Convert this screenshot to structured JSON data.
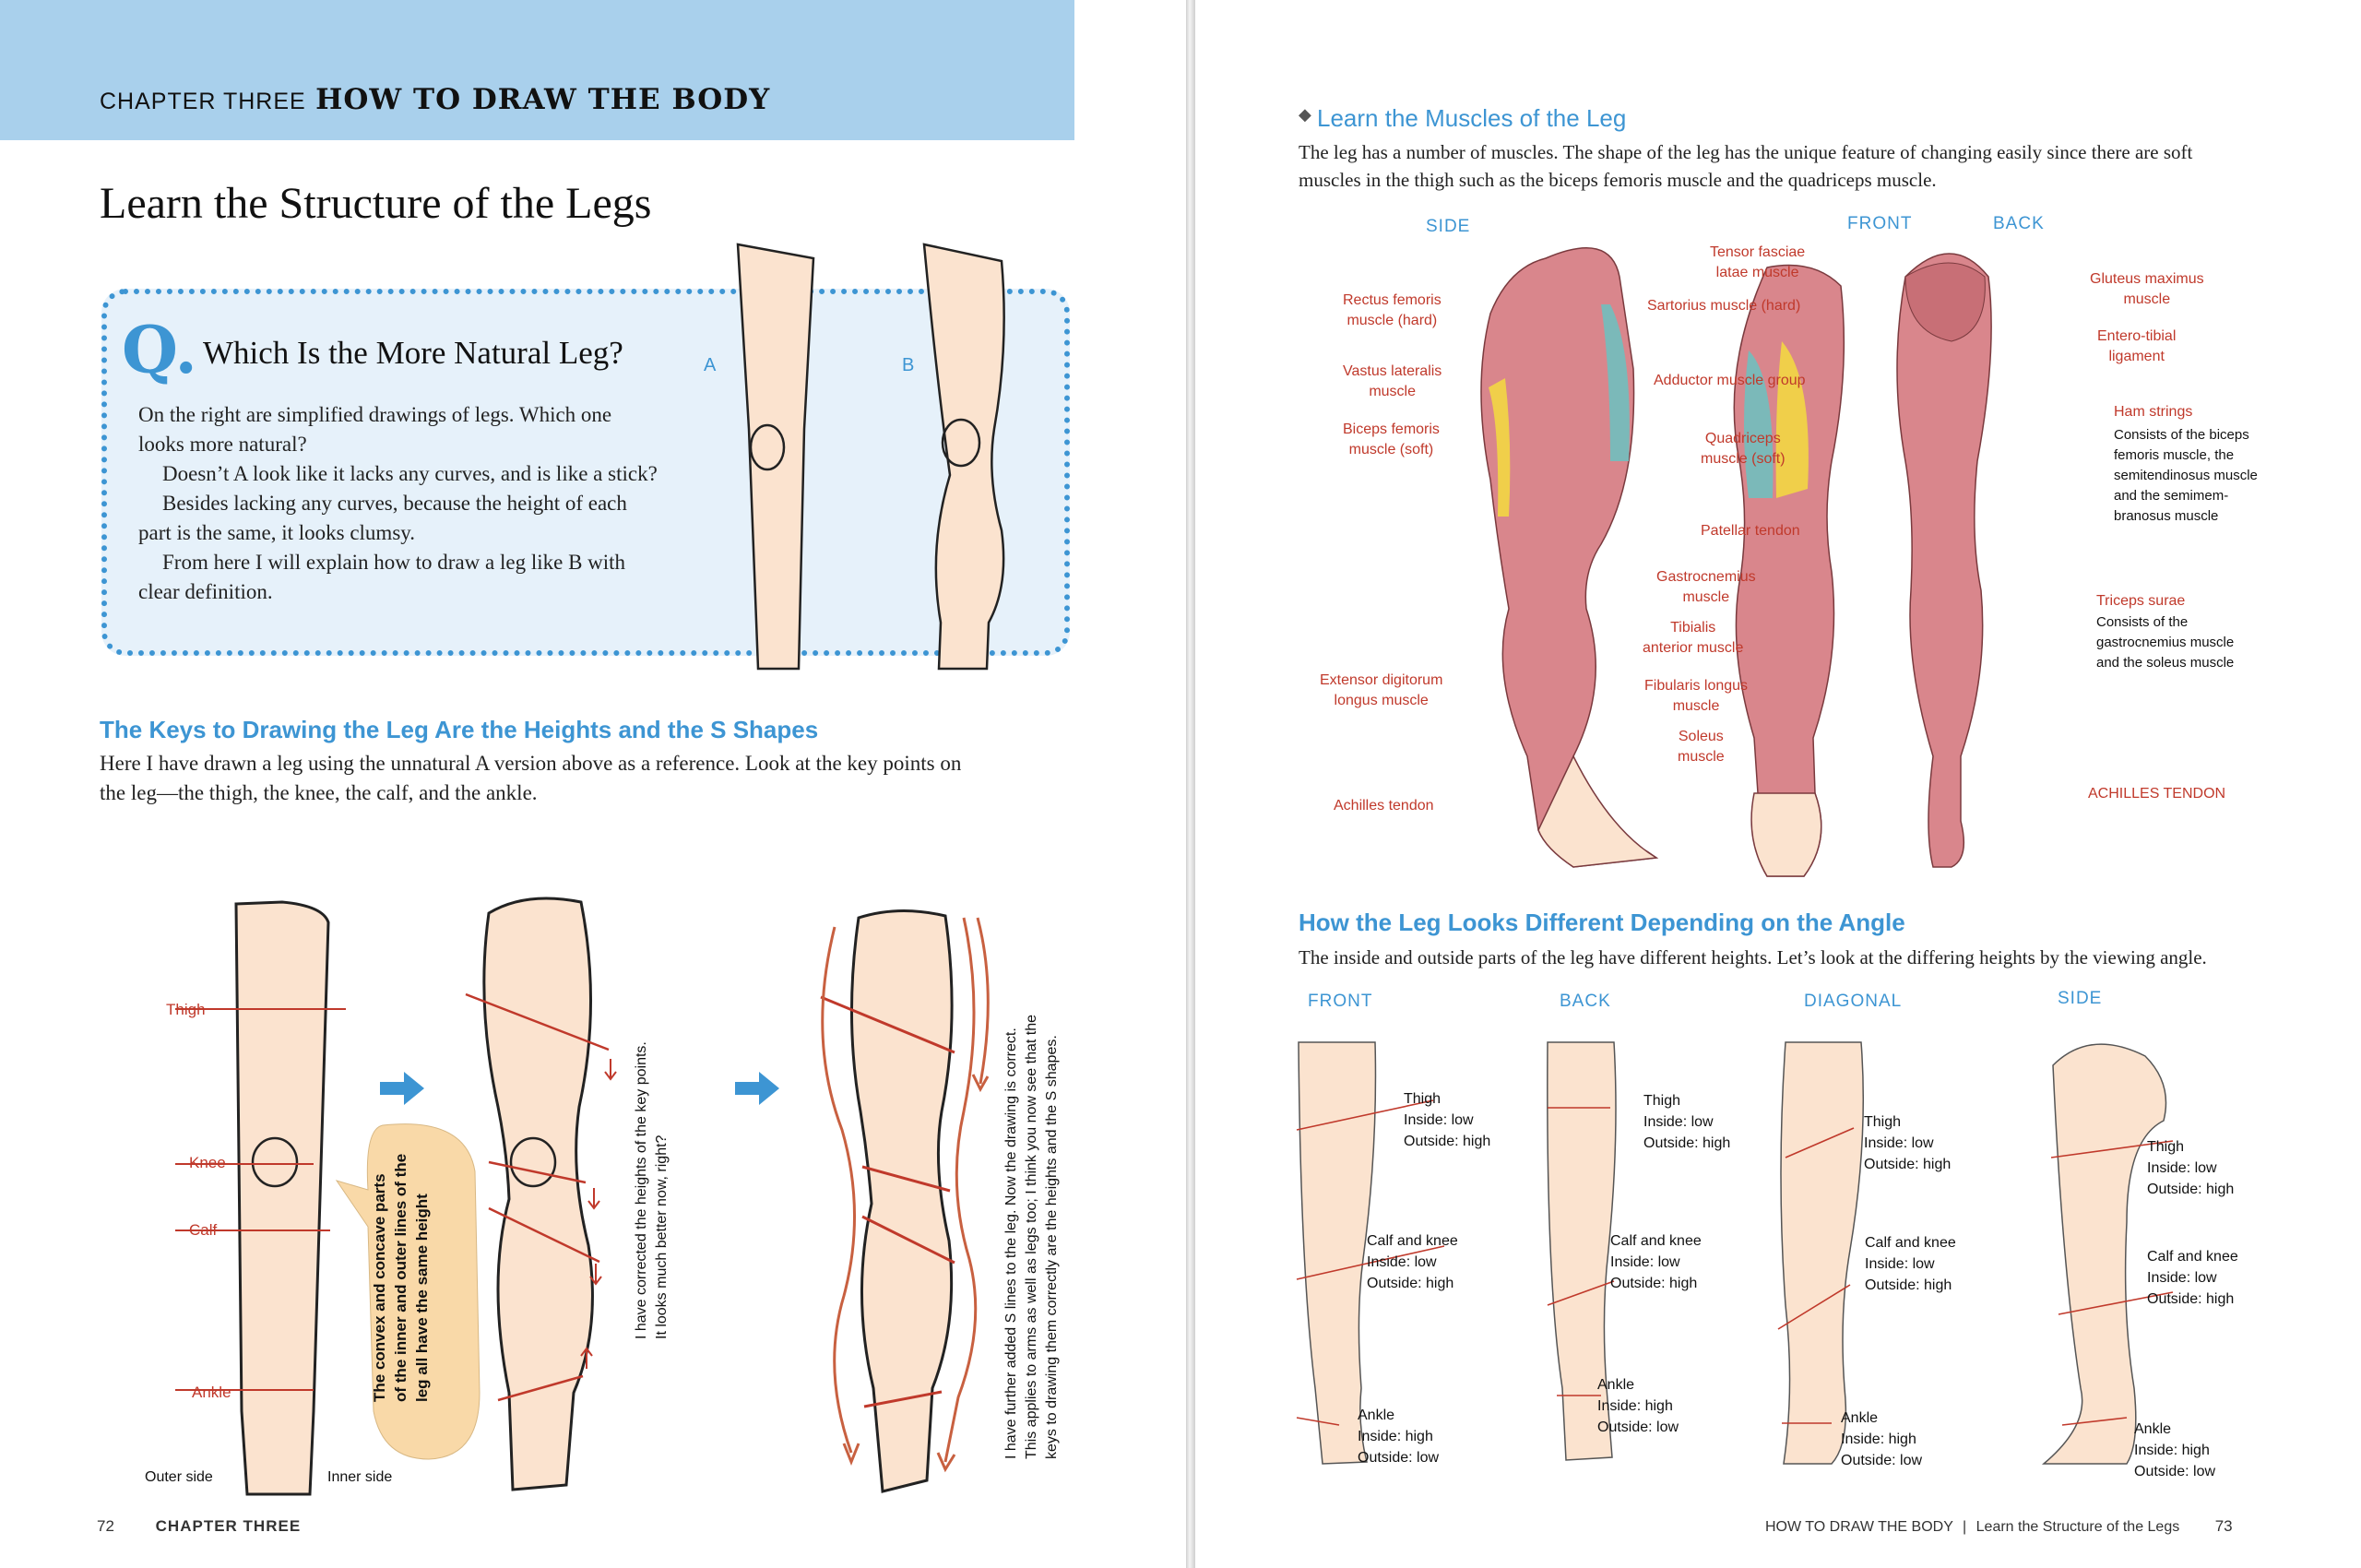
{
  "header": {
    "chapter_label": "CHAPTER THREE",
    "chapter_title": "HOW TO DRAW THE BODY"
  },
  "left": {
    "title": "Learn the Structure of the Legs",
    "question": {
      "letter": "Q.",
      "title": "Which Is the More Natural Leg?",
      "lines": [
        "On the right are simplified drawings of legs. Which one",
        "looks more natural?",
        "Doesn’t A look like it lacks any curves, and is like a stick?",
        "Besides lacking any curves, because the height of each",
        "part is the same, it looks clumsy.",
        "From here I will explain how to draw a leg like B with",
        "clear definition."
      ],
      "label_a": "A",
      "label_b": "B"
    },
    "section1": {
      "heading": "The Keys to Drawing the Leg Are the Heights and the S Shapes",
      "lines": [
        "Here I have drawn a leg using the unnatural A version above as a reference. Look at the key points on",
        "the leg—the thigh, the knee, the calf, and the ankle."
      ]
    },
    "diagram": {
      "labels": {
        "thigh": "Thigh",
        "knee": "Knee",
        "calf": "Calf",
        "ankle": "Ankle",
        "outer": "Outer side",
        "inner": "Inner side"
      },
      "bubble": [
        "The convex and concave parts",
        "of the inner and outer lines of the",
        "leg all have the same height"
      ],
      "note2": [
        "I have corrected the heights of the key points.",
        "It looks much better now, right?"
      ],
      "note3": [
        "I have further added S lines to the leg. Now the drawing is correct.",
        "This applies to arms as well as legs too; I think you now see that the",
        "keys to drawing them correctly are the heights and the S shapes."
      ]
    },
    "footer": {
      "page": "72",
      "chapter": "CHAPTER THREE"
    }
  },
  "right": {
    "section1": {
      "heading": "Learn the Muscles of the Leg",
      "bullet": "◆",
      "lines": [
        "The leg has a number of muscles. The shape of the leg has the unique feature of changing easily since there are soft",
        "muscles in the thigh such as the biceps femoris muscle and the quadriceps muscle."
      ]
    },
    "views": {
      "side": "SIDE",
      "front": "FRONT",
      "back": "BACK"
    },
    "muscles": {
      "rectus": [
        "Rectus femoris",
        "muscle (hard)"
      ],
      "vastus": [
        "Vastus lateralis",
        "muscle"
      ],
      "biceps": [
        "Biceps femoris",
        "muscle (soft)"
      ],
      "extensor": [
        "Extensor digitorum",
        "longus muscle"
      ],
      "achilles": "Achilles tendon",
      "tensor": [
        "Tensor fasciae",
        "latae muscle"
      ],
      "sartorius": "Sartorius muscle (hard)",
      "adductor": "Adductor muscle group",
      "quadriceps": [
        "Quadriceps",
        "muscle (soft)"
      ],
      "patellar": "Patellar tendon",
      "gastrocnemius": [
        "Gastrocnemius",
        "muscle"
      ],
      "tibialis": [
        "Tibialis",
        "anterior muscle"
      ],
      "fibularis": [
        "Fibularis longus",
        "muscle"
      ],
      "soleus": [
        "Soleus",
        "muscle"
      ],
      "gluteus": [
        "Gluteus maximus",
        "muscle"
      ],
      "entero": [
        "Entero-tibial",
        "ligament"
      ],
      "ham": "Ham strings",
      "ham_desc": [
        "Consists of the biceps",
        "femoris muscle, the",
        "semitendinosus muscle",
        "and the semimem-",
        "branosus muscle"
      ],
      "triceps": "Triceps surae",
      "triceps_desc": [
        "Consists of the",
        "gastrocnemius muscle",
        "and the soleus muscle"
      ],
      "achilles_caps": "ACHILLES TENDON"
    },
    "section2": {
      "heading": "How the Leg Looks Different Depending on the Angle",
      "line": "The inside and outside parts of the leg have different heights. Let’s look at the differing heights by the viewing angle."
    },
    "angles": {
      "front": "FRONT",
      "back": "BACK",
      "diagonal": "DIAGONAL",
      "side": "SIDE",
      "thigh": "Thigh",
      "calf_knee": "Calf and knee",
      "ankle": "Ankle",
      "in_low": "Inside: low",
      "in_high": "Inside: high",
      "out_high": "Outside: high",
      "out_low": "Outside: low"
    },
    "footer": {
      "running": "HOW TO DRAW THE BODY",
      "sep": "|",
      "section": "Learn the Structure of the Legs",
      "page": "73"
    }
  },
  "colors": {
    "blue": "#3d95d3",
    "red": "#c0392b",
    "skin": "#fbe3cf",
    "muscle": "#d9868c",
    "header": "#a9d0ec"
  }
}
